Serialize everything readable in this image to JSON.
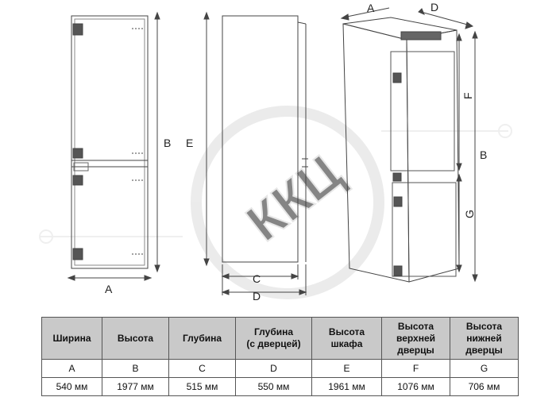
{
  "diagram": {
    "labels": {
      "front_width": "A",
      "front_height": "B",
      "side_height": "E",
      "side_depth": "C",
      "side_depth_door": "D",
      "iso_width": "A",
      "iso_depth": "D",
      "iso_upper_door": "F",
      "iso_height": "B",
      "iso_lower_door": "G"
    },
    "watermark": "ККЦ"
  },
  "table": {
    "headers": [
      "Ширина",
      "Высота",
      "Глубина",
      "Глубина\n(с дверцей)",
      "Высота\nшкафа",
      "Высота\nверхней\nдверцы",
      "Высота\nнижней\nдверцы"
    ],
    "letters": [
      "A",
      "B",
      "C",
      "D",
      "E",
      "F",
      "G"
    ],
    "values": [
      "540 мм",
      "1977 мм",
      "515 мм",
      "550 мм",
      "1961 мм",
      "1076 мм",
      "706 мм"
    ]
  },
  "colors": {
    "header_bg": "#c9c9c9",
    "line": "#333333",
    "watermark": "#dddddd"
  }
}
